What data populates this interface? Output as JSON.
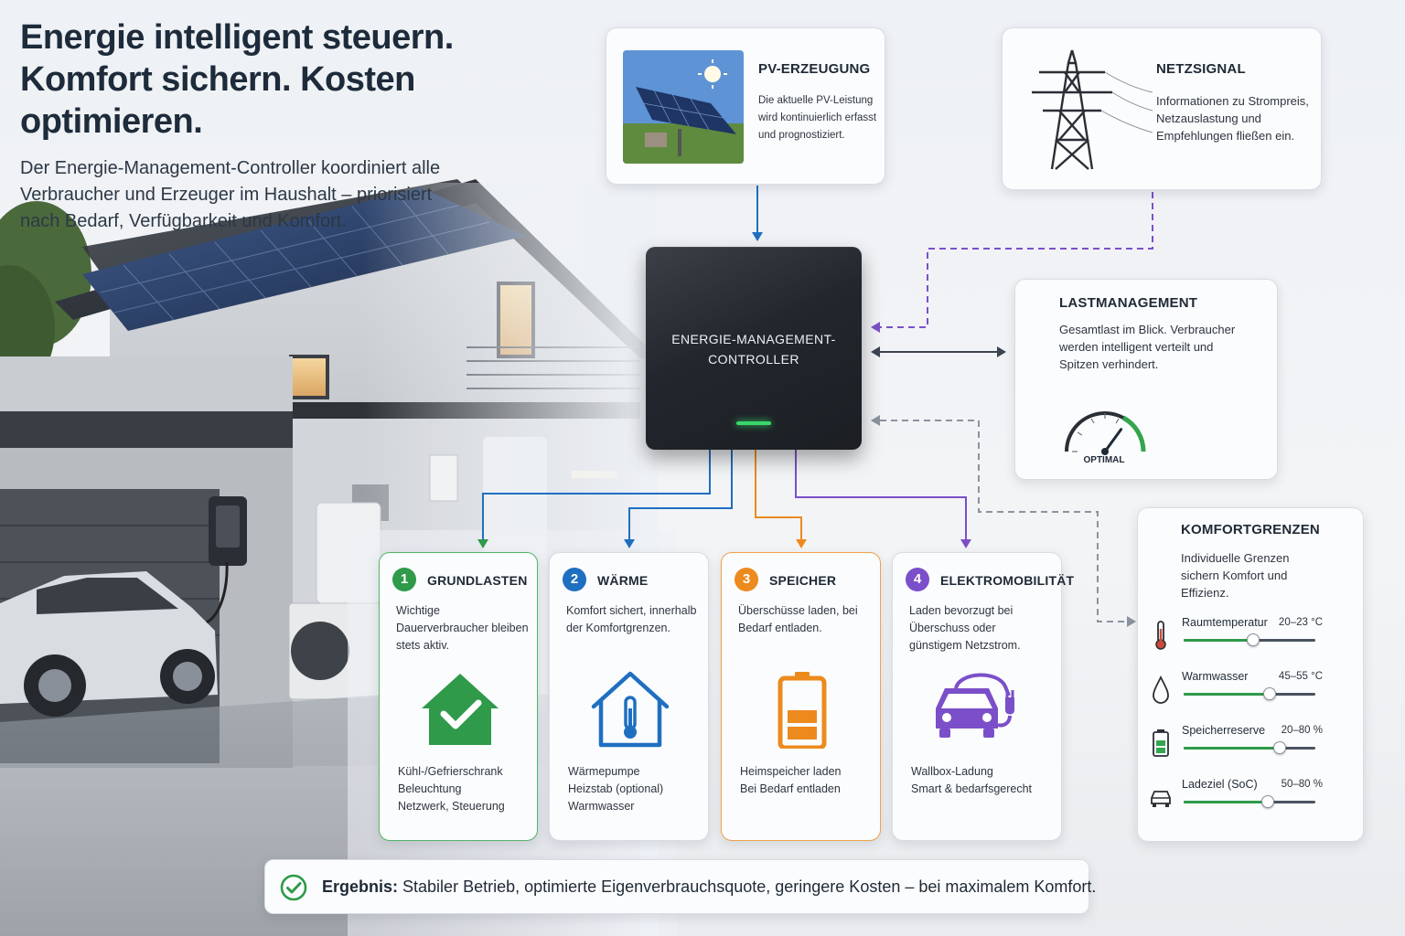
{
  "headline": {
    "line1": "Energie intelligent steuern.",
    "line2": "Komfort sichern. Kosten optimieren.",
    "intro": "Der Energie-Management-Controller koordiniert alle Verbraucher und Erzeuger im Haushalt – priorisiert nach Bedarf, Verfügbarkeit und Komfort."
  },
  "pv": {
    "title": "PV-ERZEUGUNG",
    "text": "Die aktuelle PV-Leistung wird kontinuierlich erfasst und prognostiziert."
  },
  "netz": {
    "title": "NETZSIGNAL",
    "text": "Informationen zu Strompreis, Netzauslastung und Empfehlungen fließen ein."
  },
  "controller": {
    "line1": "ENERGIE-MANAGEMENT-",
    "line2": "CONTROLLER"
  },
  "last": {
    "title": "LASTMANAGEMENT",
    "text": "Gesamtlast im Blick. Verbraucher werden intelligent verteilt und Spitzen verhindert.",
    "gauge_label": "OPTIMAL",
    "gauge_level": 0.7
  },
  "komfort": {
    "title": "KOMFORTGRENZEN",
    "text": "Individuelle Grenzen sichern Komfort und Effizienz.",
    "sliders": [
      {
        "name": "Raumtemperatur",
        "range": "20–23 °C",
        "level": 0.53,
        "icon": "thermometer-icon"
      },
      {
        "name": "Warmwasser",
        "range": "45–55 °C",
        "level": 0.65,
        "icon": "water-drop-icon"
      },
      {
        "name": "Speicherreserve",
        "range": "20–80 %",
        "level": 0.73,
        "icon": "battery-icon"
      },
      {
        "name": "Ladeziel (SoC)",
        "range": "50–80 %",
        "level": 0.64,
        "icon": "car-icon"
      }
    ]
  },
  "categories": [
    {
      "num": "1",
      "title": "GRUNDLASTEN",
      "desc": "Wichtige Dauerverbraucher bleiben stets aktiv.",
      "items": [
        "Kühl-/Gefrierschrank",
        "Beleuchtung",
        "Netzwerk, Steuerung"
      ],
      "color": "#2f9a4a",
      "icon": "house-check-icon"
    },
    {
      "num": "2",
      "title": "WÄRME",
      "desc": "Komfort sichert, innerhalb der Komfortgrenzen.",
      "items": [
        "Wärmepumpe",
        "Heizstab (optional)",
        "Warmwasser"
      ],
      "color": "#1f6fc1",
      "icon": "house-thermometer-icon"
    },
    {
      "num": "3",
      "title": "SPEICHER",
      "desc": "Überschüsse laden, bei Bedarf entladen.",
      "items": [
        "Heimspeicher laden",
        "Bei Bedarf entladen"
      ],
      "color": "#ec8a1e",
      "icon": "battery-icon"
    },
    {
      "num": "4",
      "title": "ELEKTROMOBILITÄT",
      "desc": "Laden bevorzugt bei Überschuss oder günstigem Netzstrom.",
      "items": [
        "Wallbox-Ladung",
        "Smart & bedarfsgerecht"
      ],
      "color": "#7b4fc9",
      "icon": "ev-plug-icon"
    }
  ],
  "result": {
    "label": "Ergebnis:",
    "text": "Stabiler Betrieb, optimierte Eigenverbrauchsquote, geringere Kosten – bei maximalem Komfort."
  },
  "colors": {
    "green": "#2f9a4a",
    "blue": "#1f6fc1",
    "orange": "#ec8a1e",
    "purple": "#7b4fc9",
    "dark": "#1d2b3a"
  }
}
